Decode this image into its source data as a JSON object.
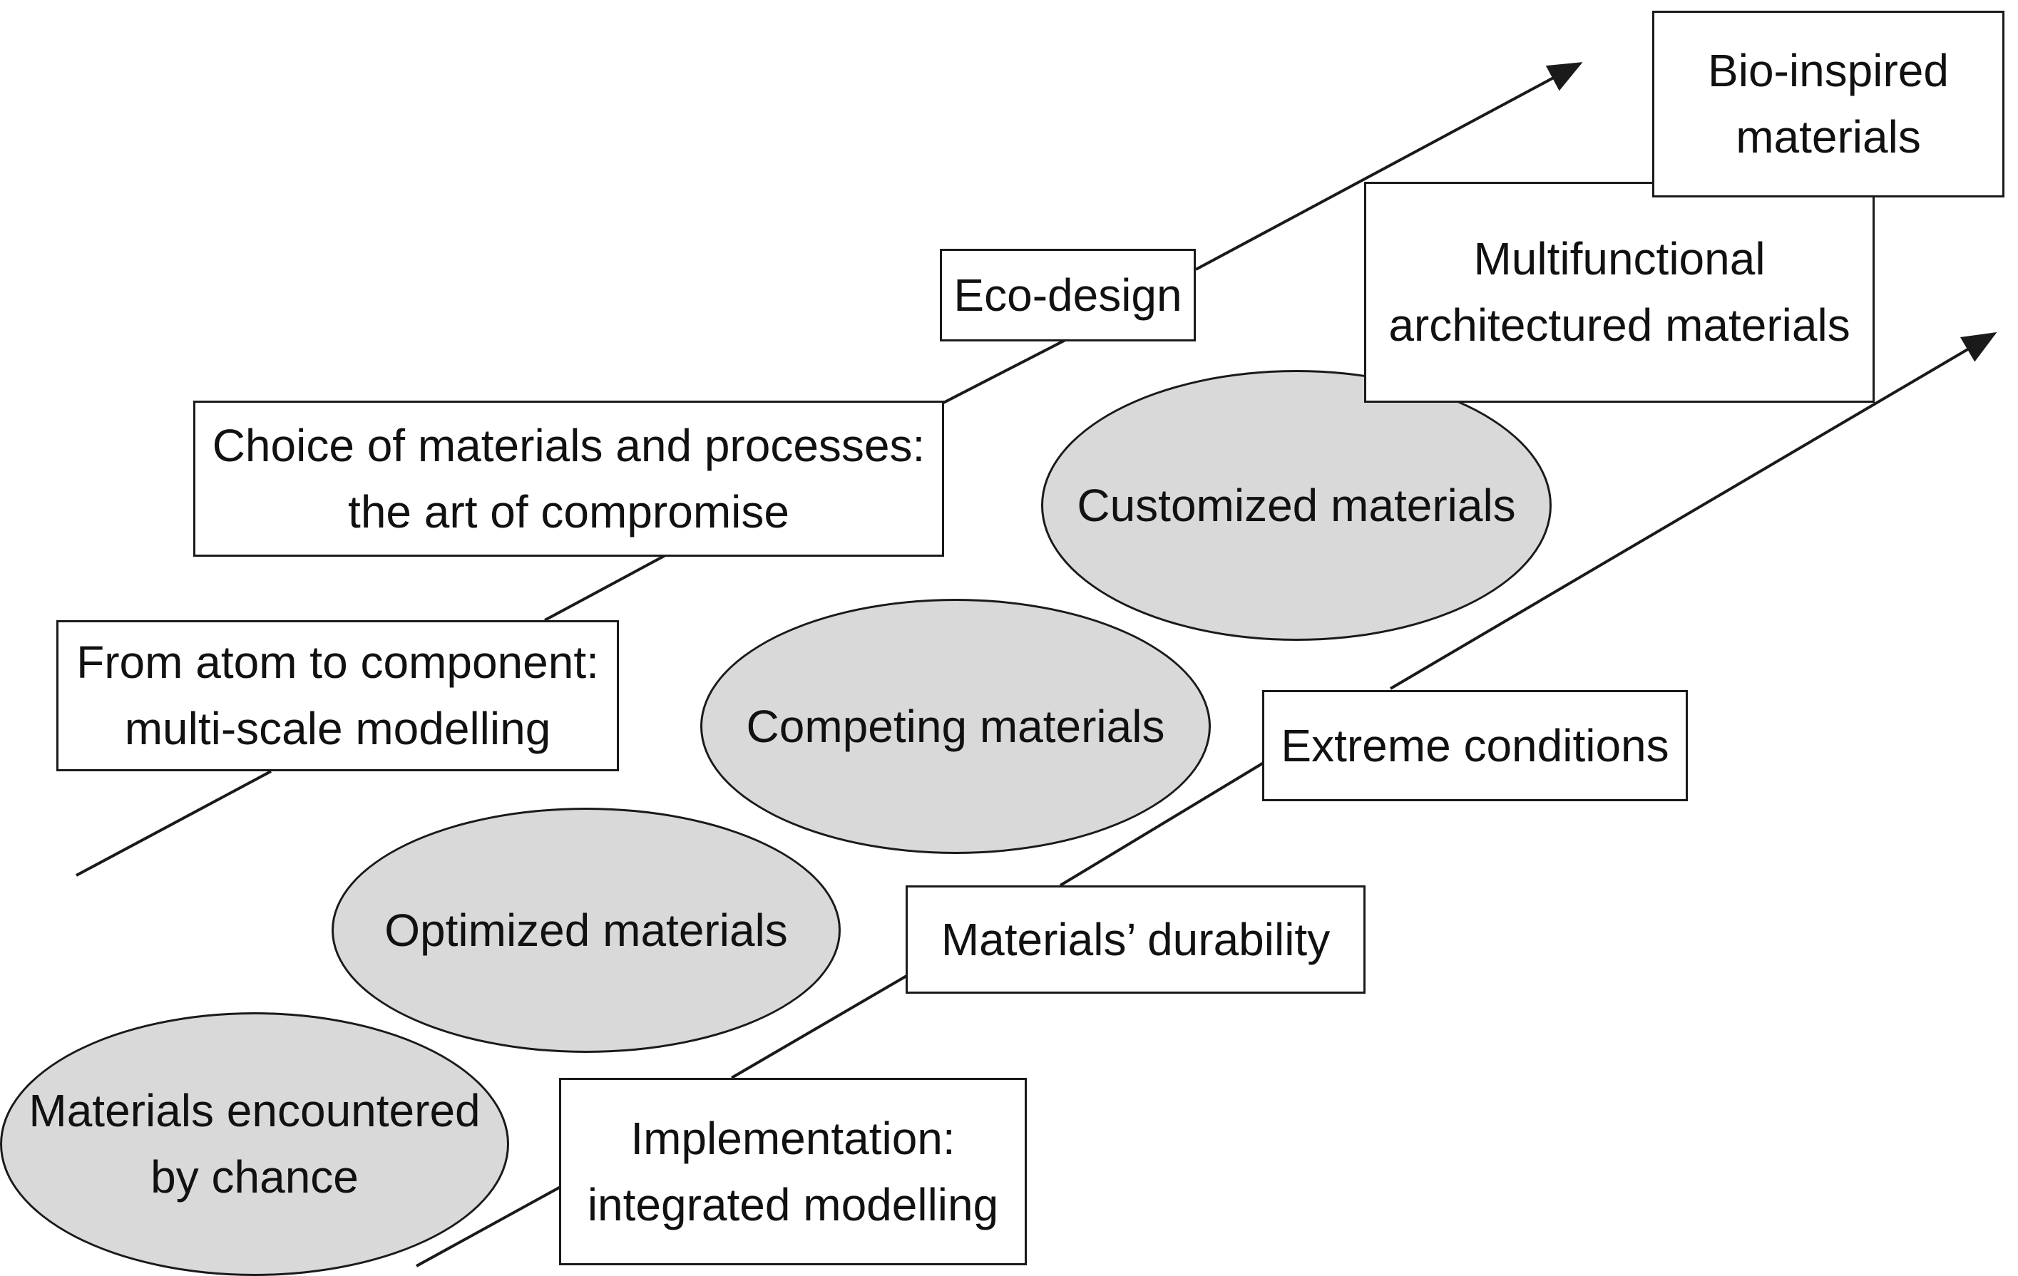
{
  "colors": {
    "ellipse_fill": "#d9d9d9",
    "stroke": "#1a1a1a",
    "box_fill": "#ffffff",
    "text": "#111111"
  },
  "ellipses": {
    "chance": [
      "Materials encountered",
      "by chance"
    ],
    "optimized": [
      "Optimized materials"
    ],
    "competing": [
      "Competing materials"
    ],
    "customized": [
      "Customized materials"
    ]
  },
  "upper_track": {
    "atom": [
      "From atom to component:",
      "multi-scale modelling"
    ],
    "choice": [
      "Choice of materials and processes:",
      "the art of compromise"
    ],
    "eco": [
      "Eco-design"
    ],
    "bio": [
      "Bio-inspired",
      "materials"
    ]
  },
  "lower_track": {
    "implementation": [
      "Implementation:",
      "integrated modelling"
    ],
    "durability": [
      "Materials’ durability"
    ],
    "extreme": [
      "Extreme conditions"
    ],
    "multifunctional": [
      "Multifunctional",
      "architectured materials"
    ]
  }
}
